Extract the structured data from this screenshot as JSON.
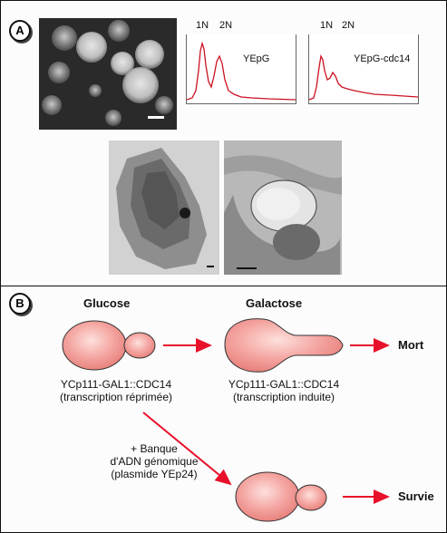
{
  "panel_a": {
    "label": "A",
    "histograms": [
      {
        "peak1": "1N",
        "peak2": "2N",
        "strain": "YEpG"
      },
      {
        "peak1": "1N",
        "peak2": "2N",
        "strain": "YEpG-cdc14"
      }
    ]
  },
  "panel_b": {
    "label": "B",
    "condition_left": "Glucose",
    "condition_right": "Galactose",
    "construct_left": "YCp111-GAL1::CDC14",
    "state_left": "(transcription réprimée)",
    "construct_right": "YCp111-GAL1::CDC14",
    "state_right": "(transcription induite)",
    "outcome_death": "Mort",
    "library_line1": "+ Banque",
    "library_line2": "d'ADN génomique",
    "library_line3": "(plasmide YEp24)",
    "outcome_survival": "Survie"
  },
  "colors": {
    "arrow": "#e8102a",
    "cell_fill": "#f4a4a0",
    "cell_stroke": "#333333",
    "trace": "#cc1122"
  }
}
